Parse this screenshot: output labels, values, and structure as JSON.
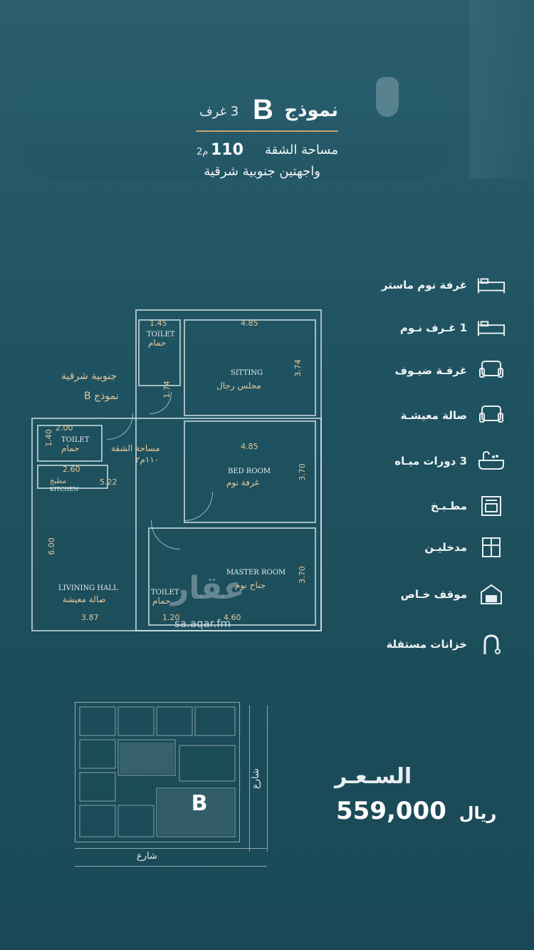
{
  "header": {
    "title": "نموذج",
    "model_letter": "B",
    "rooms": "3 غرف",
    "area_label": "مساحة الشقة",
    "area_value": "110",
    "area_unit": "2م",
    "facade": "واجهتين جنوبية شرقية"
  },
  "plan": {
    "dims": [
      "1.45",
      "4.85",
      "3.74",
      "1.74",
      "2.00",
      "1.40",
      "4.85",
      "3.70",
      "2.60",
      "5.22",
      "6.00",
      "3.70",
      "3.87",
      "4.60",
      "1.20"
    ],
    "labels_en": [
      "TOILET",
      "SITTING",
      "TOILET",
      "BED ROOM",
      "KITCHEN",
      "LIVINING HALL",
      "MASTER ROOM",
      "TOILET"
    ],
    "labels_ar": [
      "حمام",
      "مجلس رجال",
      "حمام",
      "مساحة الشقة",
      "١١٠م٢",
      "غرفة نوم",
      "مطبخ",
      "صالة معيشة",
      "جناح نوم",
      "حمام"
    ],
    "side_note_line1": "جنوبية شرقية",
    "side_note_line2": "نموذج B"
  },
  "features": [
    {
      "label": "غرفة نوم ماستر",
      "icon": "bed-icon"
    },
    {
      "label": "1 غـرف نـوم",
      "icon": "bed-icon"
    },
    {
      "label": "غرفـة ضيـوف",
      "icon": "armchair-icon"
    },
    {
      "label": "صالة معيشـة",
      "icon": "armchair-icon"
    },
    {
      "label": "3 دورات ميـاه",
      "icon": "bathtub-icon"
    },
    {
      "label": "مطـبـخ",
      "icon": "oven-icon"
    },
    {
      "label": "مدخليـن",
      "icon": "door-icon"
    },
    {
      "label": "موقف خـاص",
      "icon": "garage-icon"
    },
    {
      "label": "خزانات مستقلة",
      "icon": "pipe-icon"
    }
  ],
  "site": {
    "model_letter": "B",
    "street_bottom": "شارع",
    "street_right": "شارع"
  },
  "price": {
    "label": "السـعـر",
    "value": "559,000",
    "currency": "ريال"
  },
  "watermark": {
    "logo": "عقار",
    "url": "sa.aqar.fm"
  }
}
